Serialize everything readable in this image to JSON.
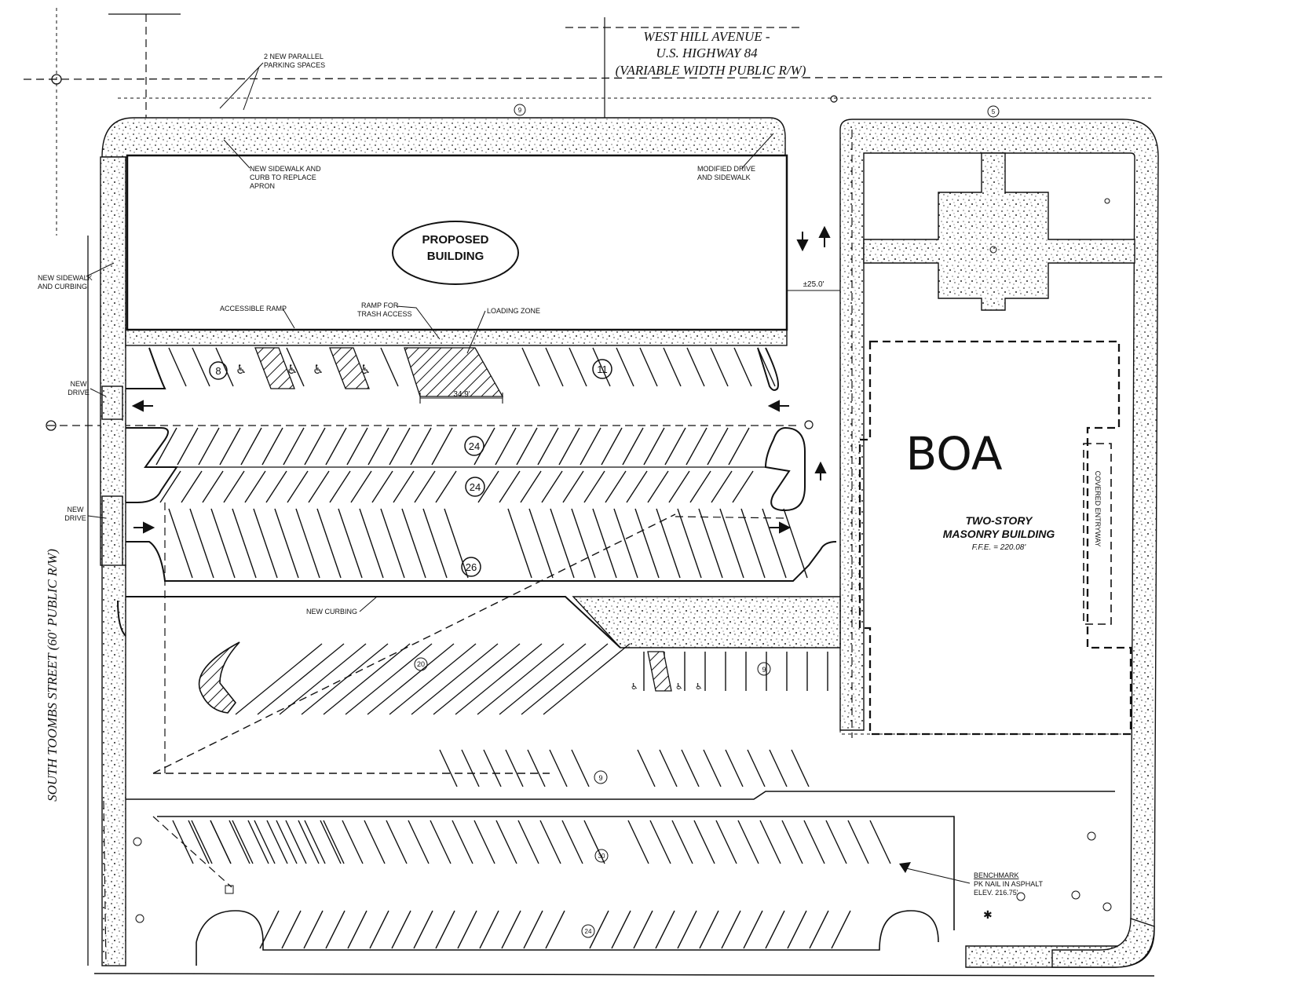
{
  "streets": {
    "north_line1": "WEST HILL AVENUE -",
    "north_line2": "U.S. HIGHWAY 84",
    "north_line3": "(VARIABLE WIDTH PUBLIC R/W)",
    "west": "SOUTH TOOMBS STREET (60' PUBLIC R/W)"
  },
  "annotations": {
    "parallel_line1": "2 NEW PARALLEL",
    "parallel_line2": "PARKING SPACES",
    "new_sidewalk_curb_1": "NEW SIDEWALK AND",
    "new_sidewalk_curb_2": "CURB TO REPLACE",
    "new_sidewalk_curb_3": "APRON",
    "modified_drive_1": "MODIFIED DRIVE",
    "modified_drive_2": "AND SIDEWALK",
    "new_sidewalk_curbing_1": "NEW SIDEWALK",
    "new_sidewalk_curbing_2": "AND CURBING",
    "accessible_ramp": "ACCESSIBLE RAMP",
    "ramp_trash_1": "RAMP FOR",
    "ramp_trash_2": "TRASH ACCESS",
    "loading_zone": "LOADING ZONE",
    "new_drive_upper_1": "NEW",
    "new_drive_upper_2": "DRIVE",
    "new_drive_lower_1": "NEW",
    "new_drive_lower_2": "DRIVE",
    "new_curbing": "NEW CURBING",
    "dim_drive": "±25.0'",
    "dim_loading": "34.9'",
    "benchmark_title": "BENCHMARK",
    "benchmark_line1": "PK NAIL IN ASPHALT",
    "benchmark_line2": "ELEV. 216.75'"
  },
  "buildings": {
    "proposed_line1": "PROPOSED",
    "proposed_line2": "BUILDING",
    "existing_line1": "TWO-STORY",
    "existing_line2": "MASONRY BUILDING",
    "existing_ffe": "F.F.E. = 220.08'",
    "covered_entry": "COVERED ENTRYWAY",
    "handwritten_label": "BOA"
  },
  "stall_counts": {
    "row_a_left": "8",
    "row_a_right": "11",
    "row_b_top": "24",
    "row_b_bottom": "24",
    "row_c": "26",
    "angled_lot": "20",
    "handicap_row": "9",
    "lower_row": "9",
    "south_row_top": "30",
    "south_row_bottom": "24",
    "north_curb_a": "9",
    "north_curb_b": "5"
  },
  "colors": {
    "ink": "#111111",
    "paper": "#ffffff"
  }
}
